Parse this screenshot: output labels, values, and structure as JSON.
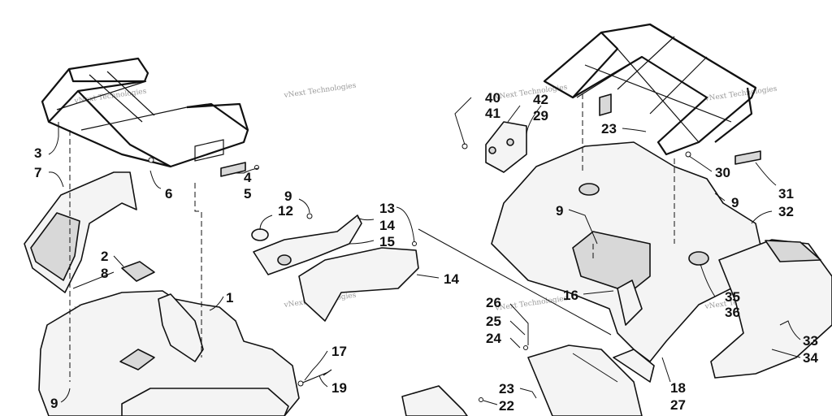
{
  "watermark": "vNext Technologies",
  "callouts": {
    "c1": "1",
    "c2": "2",
    "c3": "3",
    "c4": "4",
    "c5": "5",
    "c6": "6",
    "c7": "7",
    "c8": "8",
    "c9a": "9",
    "c9b": "9",
    "c9c": "9",
    "c9d": "9",
    "c12": "12",
    "c13": "13",
    "c14a": "14",
    "c14b": "14",
    "c15": "15",
    "c16": "16",
    "c17": "17",
    "c18": "18",
    "c19": "19",
    "c22": "22",
    "c23a": "23",
    "c23b": "23",
    "c24": "24",
    "c25": "25",
    "c26": "26",
    "c27": "27",
    "c29": "29",
    "c30": "30",
    "c31": "31",
    "c32": "32",
    "c33": "33",
    "c34": "34",
    "c35": "35",
    "c36": "36",
    "c40": "40",
    "c41": "41",
    "c42": "42"
  }
}
